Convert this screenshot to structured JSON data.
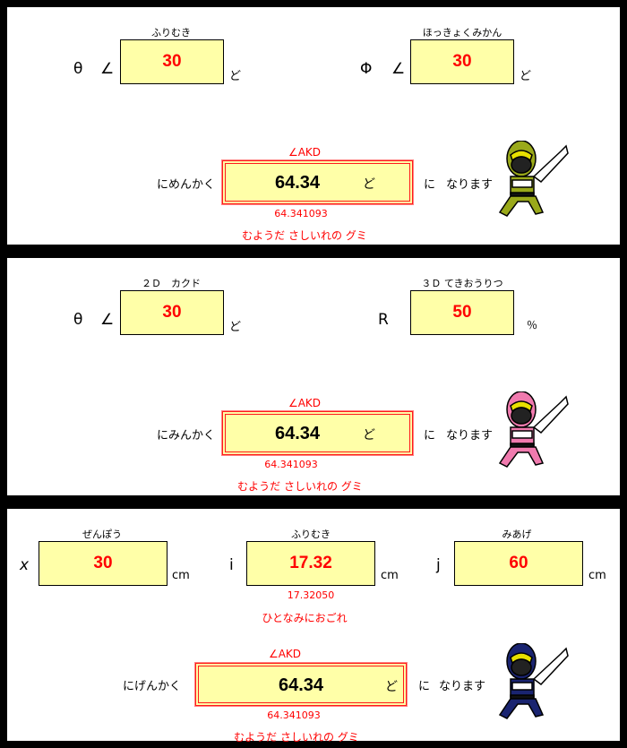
{
  "panels": [
    {
      "inputs": [
        {
          "caption": "ふりむき",
          "symbol": "θ",
          "angle": "∠",
          "value": "30",
          "unit": "ど"
        },
        {
          "caption": "ほっきょくみかん",
          "symbol": "Φ",
          "angle": "∠",
          "value": "30",
          "unit": "ど"
        }
      ],
      "result": {
        "title": "∠AKD",
        "prefix": "にめんかく",
        "value": "64.34",
        "unit": "ど",
        "suffix1": "に",
        "suffix2": "なります",
        "precise": "64.341093",
        "note": "むようだ さしいれの グミ"
      },
      "ranger_color": "#9aa91a"
    },
    {
      "inputs": [
        {
          "caption": "２Ｄ　カクド",
          "symbol": "θ",
          "angle": "∠",
          "value": "30",
          "unit": "ど"
        },
        {
          "caption": "３Ｄ てきおうりつ",
          "symbol": "R",
          "value": "50",
          "unit": "％"
        }
      ],
      "result": {
        "title": "∠AKD",
        "prefix": "にみんかく",
        "value": "64.34",
        "unit": "ど",
        "suffix1": "に",
        "suffix2": "なります",
        "precise": "64.341093",
        "note": "むようだ さしいれの グミ"
      },
      "ranger_color": "#f07aae"
    },
    {
      "inputs": [
        {
          "caption": "ぜんぽう",
          "symbol": "x",
          "value": "30",
          "unit": "cm"
        },
        {
          "caption": "ふりむき",
          "symbol": "i",
          "value": "17.32",
          "unit": "cm",
          "precise": "17.32050",
          "note": "ひとなみにおごれ"
        },
        {
          "caption": "みあげ",
          "symbol": "j",
          "value": "60",
          "unit": "cm"
        }
      ],
      "result": {
        "title": "∠AKD",
        "prefix": "にげんかく",
        "value": "64.34",
        "unit": "ど",
        "suffix1": "に",
        "suffix2": "なります",
        "precise": "64.341093",
        "note": "むようだ さしいれの グミ"
      },
      "ranger_color": "#1a2470"
    }
  ]
}
